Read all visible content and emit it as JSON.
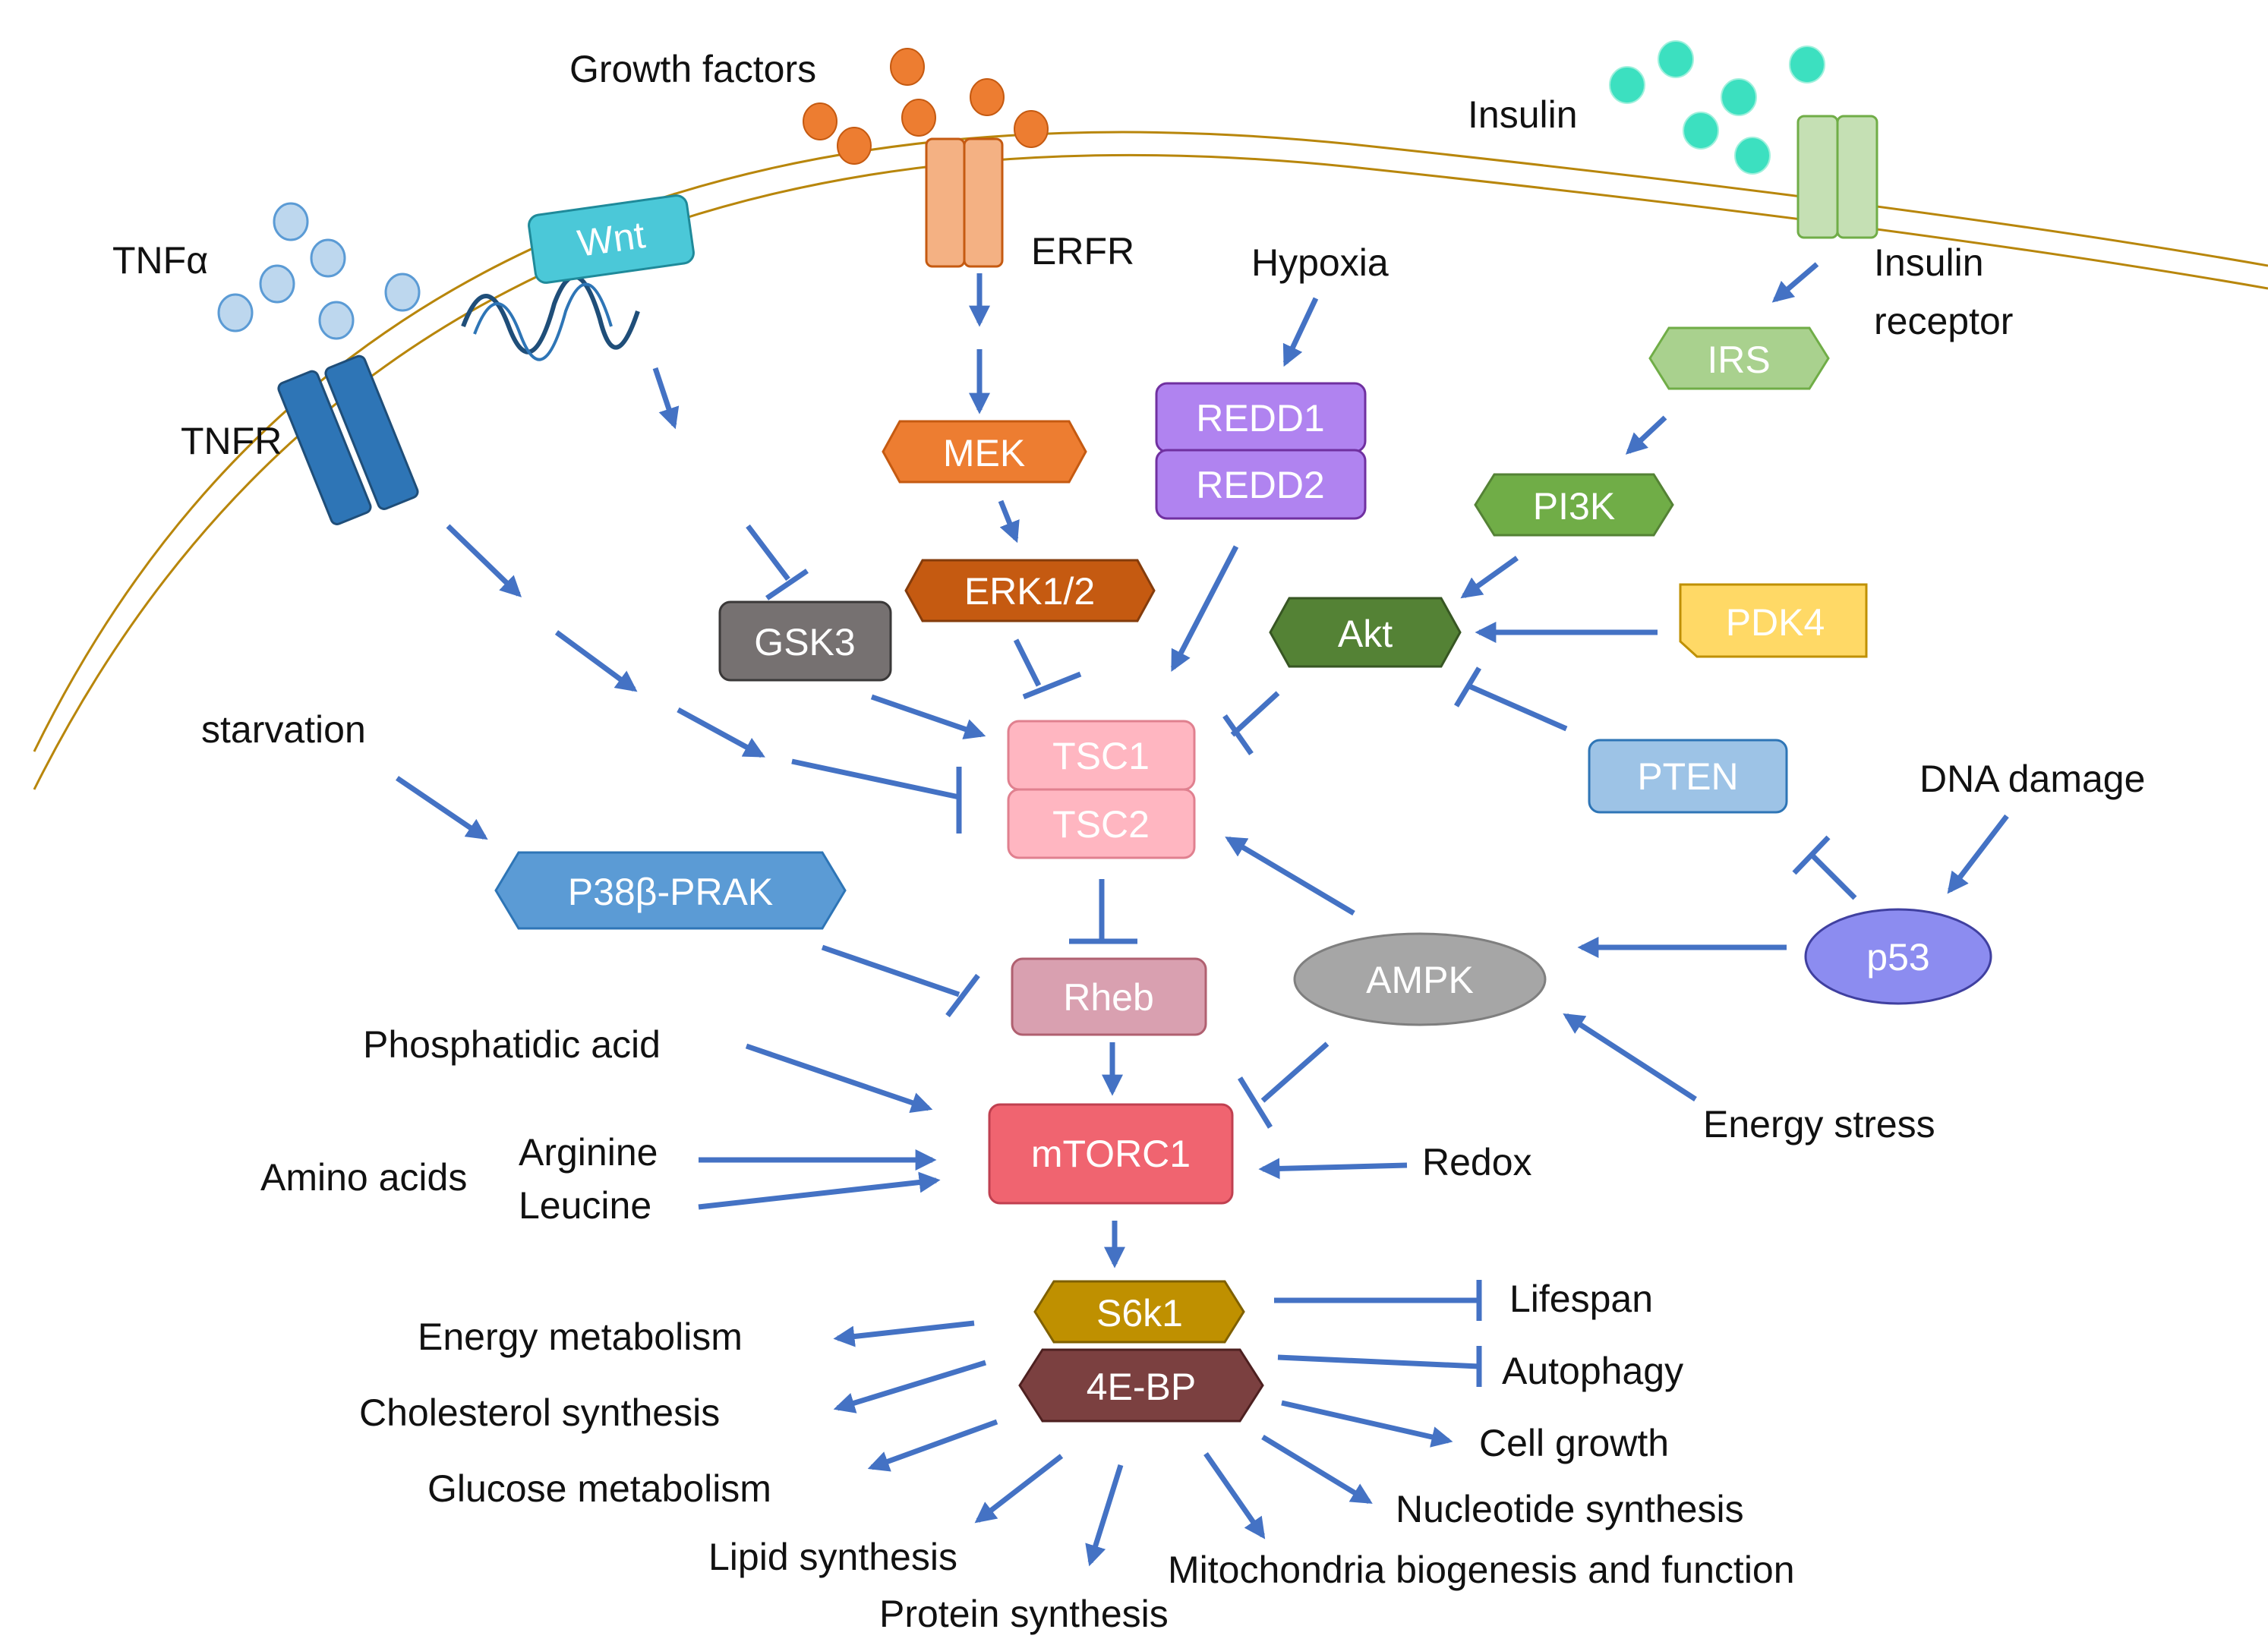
{
  "labels": {
    "growth_factors": "Growth factors",
    "insulin": "Insulin",
    "tnfa": "TNFα",
    "tnfr": "TNFR",
    "erfr": "ERFR",
    "hypoxia": "Hypoxia",
    "insulin_receptor_1": "Insulin",
    "insulin_receptor_2": "receptor",
    "starvation": "starvation",
    "dna_damage": "DNA damage",
    "phosphatidic_acid": "Phosphatidic acid",
    "amino_acids": "Amino acids",
    "arginine": "Arginine",
    "leucine": "Leucine",
    "redox": "Redox",
    "energy_stress": "Energy stress",
    "lifespan": "Lifespan",
    "autophagy": "Autophagy",
    "cell_growth": "Cell growth",
    "nucleotide_synthesis": "Nucleotide synthesis",
    "mitochondria": "Mitochondria biogenesis and function",
    "protein_synthesis": "Protein synthesis",
    "lipid_synthesis": "Lipid synthesis",
    "glucose_metabolism": "Glucose metabolism",
    "cholesterol_synthesis": "Cholesterol synthesis",
    "energy_metabolism": "Energy metabolism"
  },
  "nodes": {
    "wnt": "Wnt",
    "mek": "MEK",
    "erk": "ERK1/2",
    "gsk3": "GSK3",
    "redd1": "REDD1",
    "redd2": "REDD2",
    "irs": "IRS",
    "pi3k": "PI3K",
    "akt": "Akt",
    "pdk4": "PDK4",
    "tsc1": "TSC1",
    "tsc2": "TSC2",
    "pten": "PTEN",
    "p38": "P38β-PRAK",
    "rheb": "Rheb",
    "ampk": "AMPK",
    "p53": "p53",
    "mtorc1": "mTORC1",
    "s6k1": "S6k1",
    "4ebp": "4E-BP"
  },
  "colors": {
    "arrow": "#4472C4",
    "membrane": "#B8860B",
    "growth_factor": "#ED7D31",
    "insulin": "#3CE0C0",
    "tnfa": "#9DC3E6",
    "tnfr": "#2E75B6",
    "wnt": "#4BC8D8",
    "erfr": "#F4B183",
    "insulin_receptor": "#C5E0B4",
    "mek": "#ED7D31",
    "erk": "#C55A11",
    "gsk3": "#767171",
    "redd": "#B083F0",
    "irs": "#A9D18E",
    "pi3k": "#70AD47",
    "akt": "#548235",
    "pdk4": "#FFD966",
    "tsc": "#FFB6C1",
    "pten": "#9DC3E6",
    "p38": "#5B9BD5",
    "rheb": "#D9A0B0",
    "ampk": "#A6A6A6",
    "p53": "#8C8CF0",
    "mtorc1": "#F06470",
    "s6k1": "#BF9000",
    "4ebp": "#7B4040"
  }
}
